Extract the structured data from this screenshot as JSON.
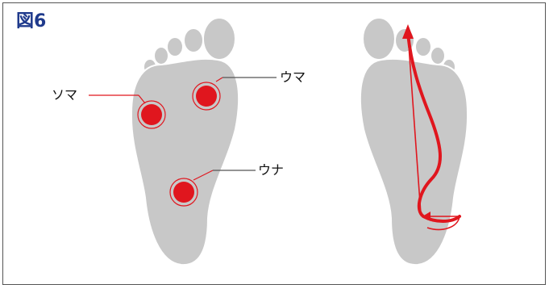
{
  "figure": {
    "label": "図6",
    "label_color": "#1f3a8c"
  },
  "colors": {
    "foot_fill": "#c8c8c8",
    "accent_red": "#e0161e",
    "frame": "#555555"
  },
  "left_foot": {
    "points": [
      {
        "id": "soma",
        "label": "ソマ"
      },
      {
        "id": "uma",
        "label": "ウマ"
      },
      {
        "id": "una",
        "label": "ウナ"
      }
    ]
  },
  "right_foot": {
    "path_description_icon": "arrow-up-icon"
  }
}
